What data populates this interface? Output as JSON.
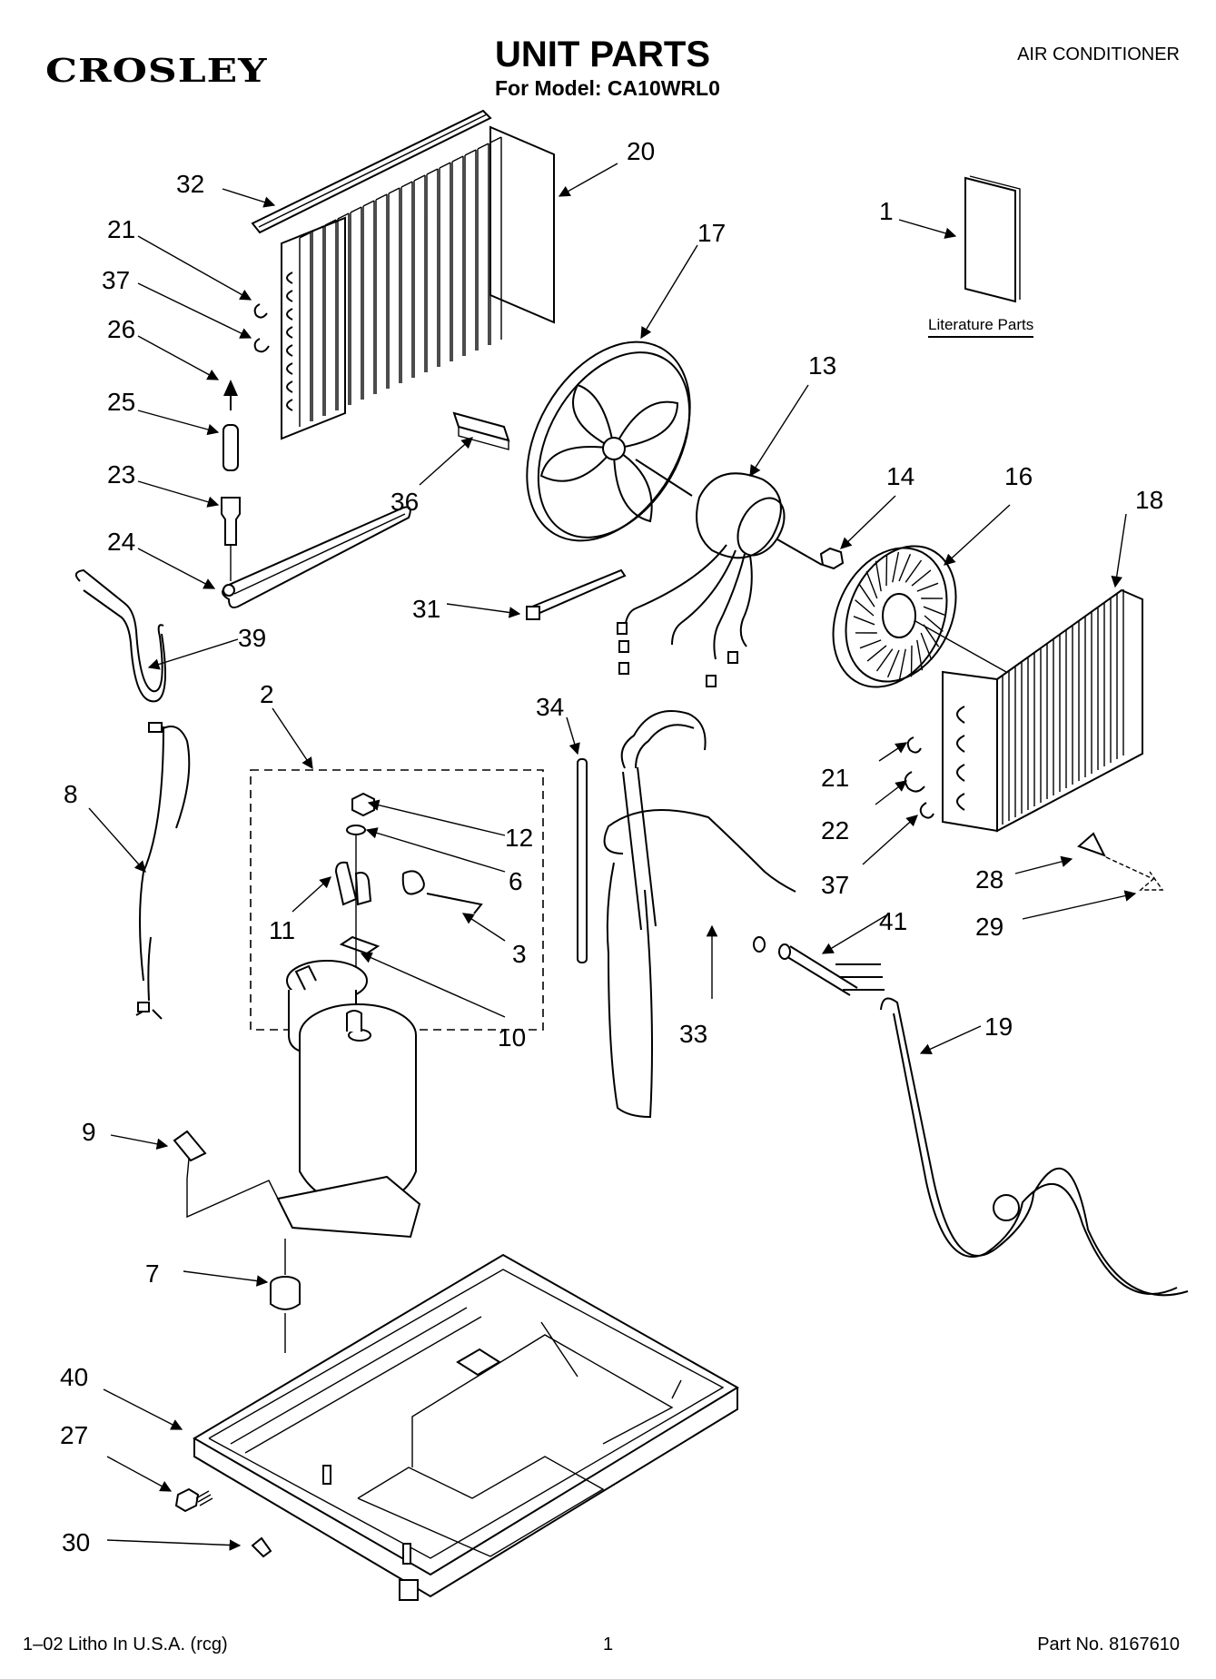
{
  "header": {
    "brand": "CROSLEY",
    "title": "UNIT PARTS",
    "model_line": "For Model: CA10WRL0",
    "category": "AIR CONDITIONER"
  },
  "literature_label": "Literature Parts",
  "callouts": {
    "c1": "1",
    "c2": "2",
    "c3": "3",
    "c6": "6",
    "c7": "7",
    "c8": "8",
    "c9": "9",
    "c10": "10",
    "c11": "11",
    "c12": "12",
    "c13": "13",
    "c14": "14",
    "c16": "16",
    "c17": "17",
    "c18": "18",
    "c19": "19",
    "c20": "20",
    "c21a": "21",
    "c21b": "21",
    "c22": "22",
    "c23": "23",
    "c24": "24",
    "c25": "25",
    "c26": "26",
    "c27": "27",
    "c28": "28",
    "c29": "29",
    "c30": "30",
    "c31": "31",
    "c32": "32",
    "c33": "33",
    "c34": "34",
    "c36": "36",
    "c37a": "37",
    "c37b": "37",
    "c39": "39",
    "c40": "40",
    "c41": "41"
  },
  "footer": {
    "litho": "1–02 Litho In U.S.A. (rcg)",
    "page": "1",
    "part_no": "Part No. 8167610"
  }
}
